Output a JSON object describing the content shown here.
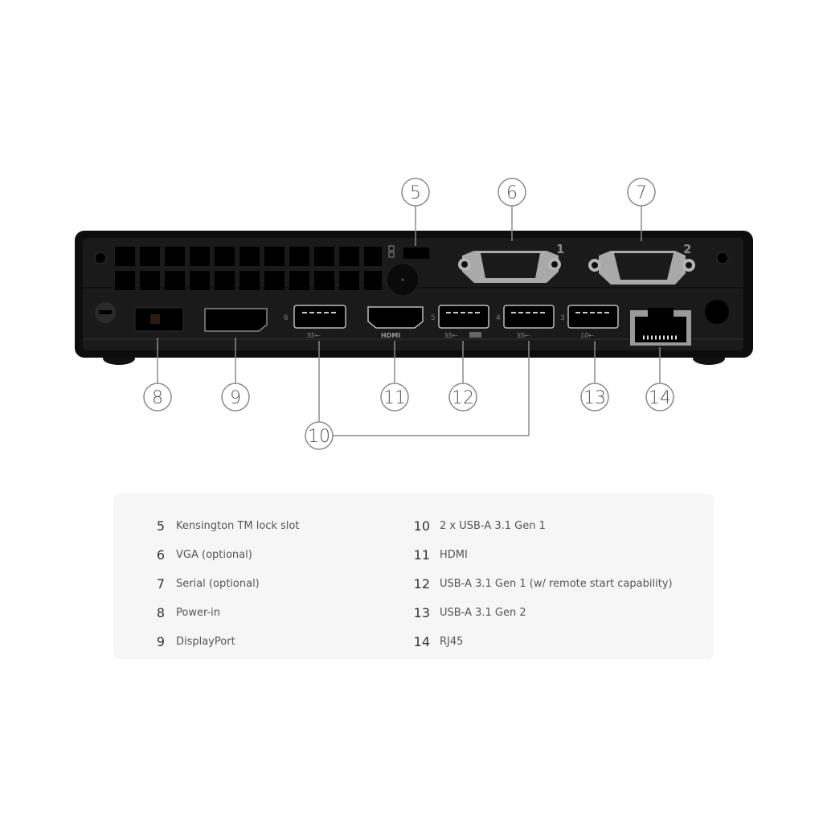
{
  "diagram": {
    "device": "Mini PC rear panel",
    "port_silk_labels": {
      "vga_number": "1",
      "serial_number": "2",
      "usb_6": "6",
      "usb_5": "5",
      "usb_4": "4",
      "usb_3": "3",
      "usb6_logo": "SS⇠",
      "hdmi_logo": "HDMI",
      "usb5_logo": "SS⇠",
      "usb4_logo": "SS⇠",
      "usb3_logo": "10⇠"
    },
    "callouts": [
      {
        "id": "5",
        "label": "5"
      },
      {
        "id": "6",
        "label": "6"
      },
      {
        "id": "7",
        "label": "7"
      },
      {
        "id": "8",
        "label": "8"
      },
      {
        "id": "9",
        "label": "9"
      },
      {
        "id": "10",
        "label": "10"
      },
      {
        "id": "11",
        "label": "11"
      },
      {
        "id": "12",
        "label": "12"
      },
      {
        "id": "13",
        "label": "13"
      },
      {
        "id": "14",
        "label": "14"
      }
    ]
  },
  "legend": {
    "left": [
      {
        "num": "5",
        "text": "Kensington TM lock slot"
      },
      {
        "num": "6",
        "text": "VGA (optional)"
      },
      {
        "num": "7",
        "text": "Serial (optional)"
      },
      {
        "num": "8",
        "text": "Power-in"
      },
      {
        "num": "9",
        "text": "DisplayPort"
      }
    ],
    "right": [
      {
        "num": "10",
        "text": "2 x USB-A 3.1 Gen 1"
      },
      {
        "num": "11",
        "text": "HDMI"
      },
      {
        "num": "12",
        "text": "USB-A 3.1 Gen 1 (w/ remote start capability)"
      },
      {
        "num": "13",
        "text": "USB-A 3.1 Gen 2"
      },
      {
        "num": "14",
        "text": "RJ45"
      }
    ]
  },
  "colors": {
    "chassis": "#141414",
    "port_silver": "#a9a9a9",
    "callout_stroke": "#8a8a8a",
    "legend_bg": "#f6f6f6"
  }
}
